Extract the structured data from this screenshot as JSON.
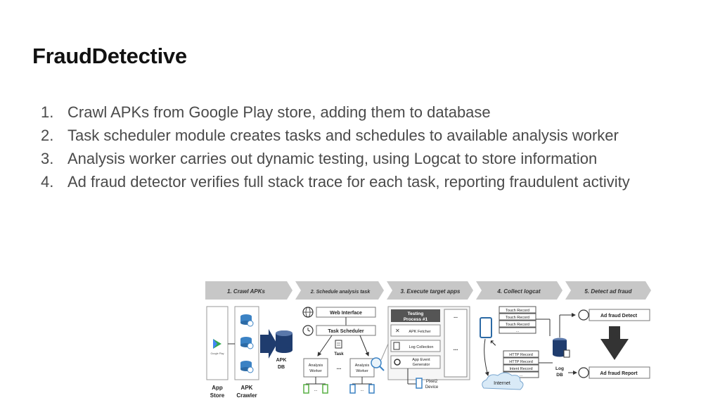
{
  "slide": {
    "title": "FraudDetective",
    "steps": [
      {
        "num": "1.",
        "text": "Crawl APKs from Google Play store, adding them to database"
      },
      {
        "num": "2.",
        "text": "Task scheduler module creates tasks and schedules to available analysis worker"
      },
      {
        "num": "3.",
        "text": "Analysis worker carries out dynamic testing, using Logcat to store information"
      },
      {
        "num": "4.",
        "text": "Ad fraud detector verifies full stack trace for each task, reporting fraudulent activity"
      }
    ]
  },
  "diagram": {
    "stages": [
      "1. Crawl APKs",
      "2. Schedule analysis task",
      "3. Execute target apps",
      "4. Collect logcat",
      "5. Detect ad fraud"
    ],
    "google_play": "Google Play",
    "app_store": [
      "App",
      "Store"
    ],
    "apk_crawler": [
      "APK",
      "Crawler"
    ],
    "apk_db": [
      "APK",
      "DB"
    ],
    "web_interface": "Web Interface",
    "task_scheduler": "Task Scheduler",
    "task": "Task",
    "analysis_worker_1": [
      "Analysis",
      "Worker"
    ],
    "analysis_worker_2": [
      "Analysis",
      "Worker"
    ],
    "ellipsis": "...",
    "testing_process": [
      "Testing",
      "Process #1"
    ],
    "apk_fetcher": "APK Fetcher",
    "log_collection": "Log Collection",
    "app_event_generator": [
      "App Event",
      "Generator"
    ],
    "pixel2_device": [
      "Pixel2",
      "Device"
    ],
    "touch_records": [
      "Touch Record",
      "Touch Record",
      "Touch Record",
      "..."
    ],
    "http_records": [
      "HTTP Record",
      "HTTP Record",
      "Intent Record",
      "..."
    ],
    "internet": "Internet",
    "log_db": [
      "Log",
      "DB"
    ],
    "ad_fraud_detect": "Ad fraud Detect",
    "ad_fraud_report": "Ad fraud Report",
    "colors": {
      "arrow_band": "#c7c7c7",
      "db_blue": "#1f3c6e",
      "accent_blue": "#3b82c4",
      "green_device": "#58b044"
    }
  }
}
